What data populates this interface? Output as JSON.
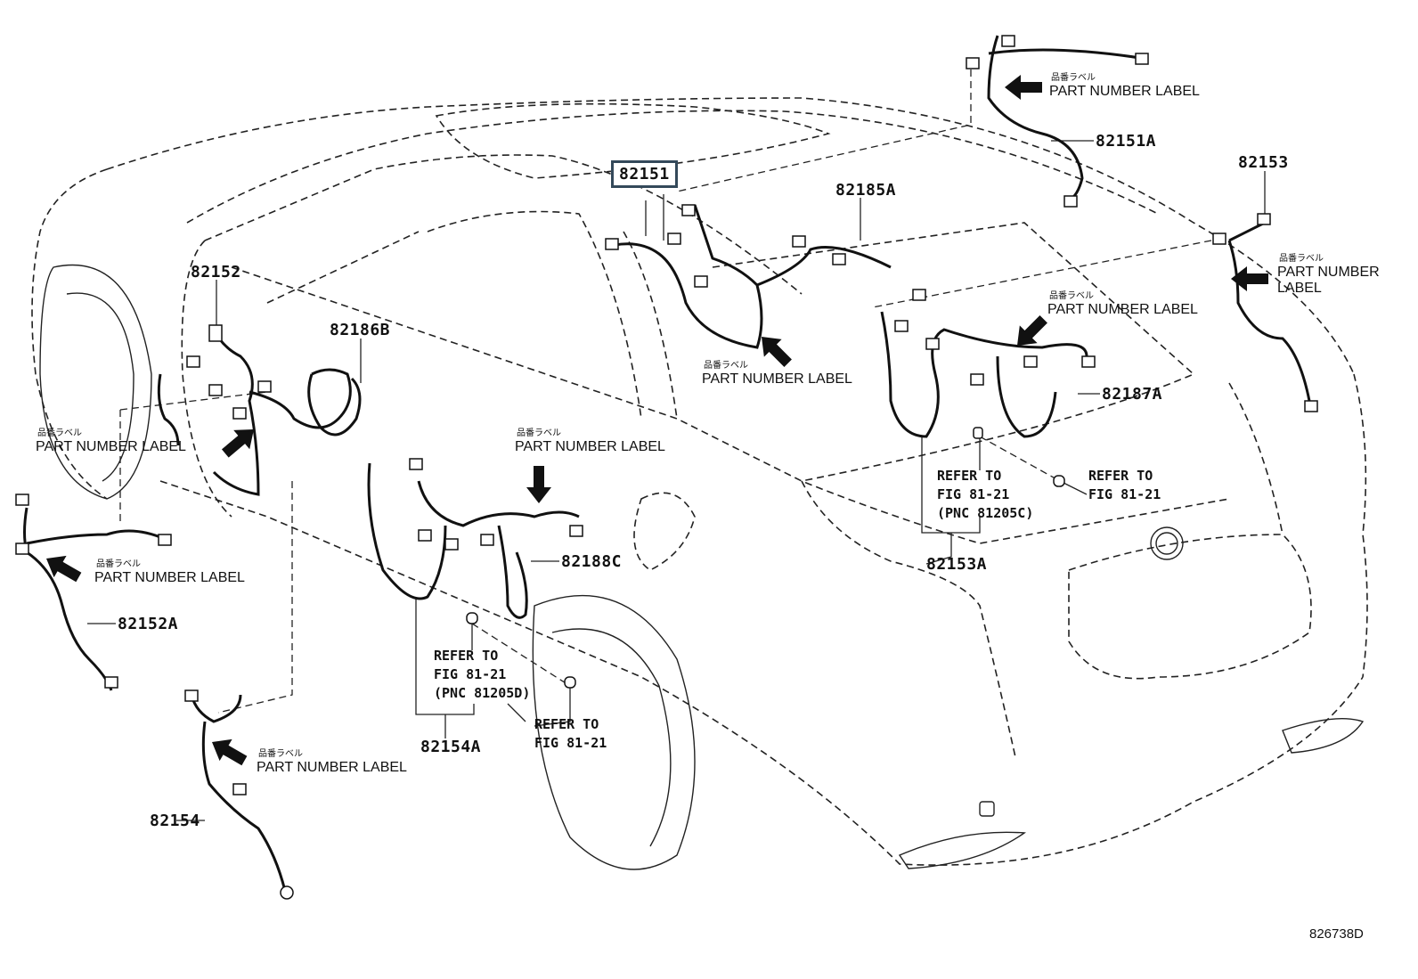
{
  "diagram": {
    "highlighted_part": "82151",
    "highlight_color": "#34495a",
    "figure_number": "826738D",
    "part_numbers": {
      "p82151": "82151",
      "p82151A": "82151A",
      "p82153": "82153",
      "p82185A": "82185A",
      "p82152": "82152",
      "p82186B": "82186B",
      "p82187A": "82187A",
      "p82188C": "82188C",
      "p82152A": "82152A",
      "p82153A": "82153A",
      "p82154A": "82154A",
      "p82154": "82154"
    },
    "part_number_label": {
      "jp": "品番ラベル",
      "en": "PART NUMBER LABEL",
      "en_line1": "PART NUMBER",
      "en_line2": "LABEL"
    },
    "references": {
      "refer_to": "REFER TO",
      "fig": "FIG 81-21",
      "pnc_c": "(PNC 81205C)",
      "pnc_d": "(PNC 81205D)"
    }
  }
}
